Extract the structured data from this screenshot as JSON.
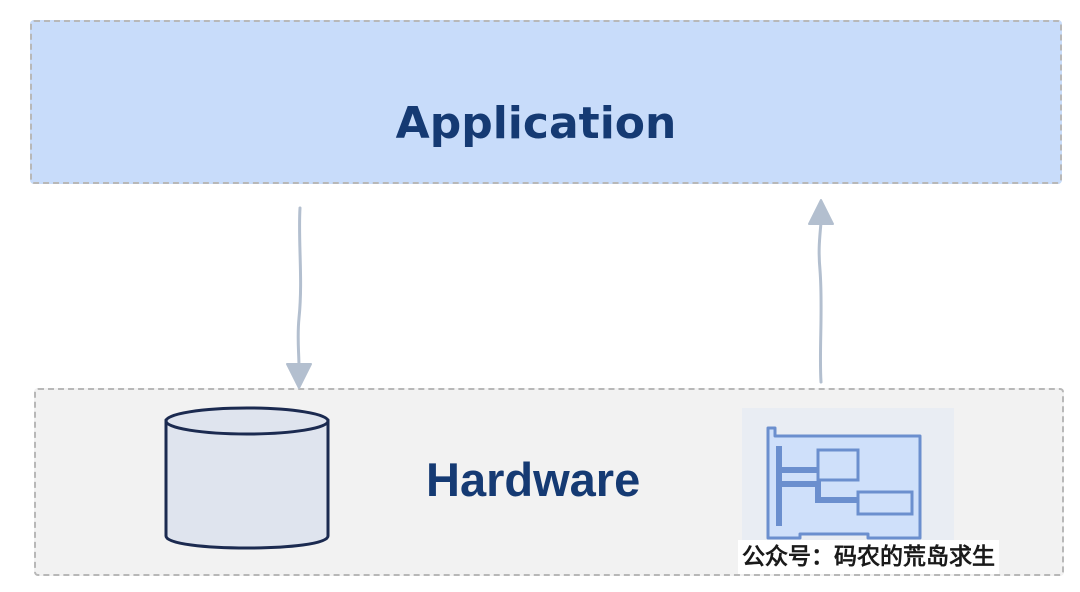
{
  "application_layer": {
    "label": "Application"
  },
  "hardware_layer": {
    "label": "Hardware"
  },
  "watermark": {
    "text": "公众号：码农的荒岛求生"
  },
  "icons": {
    "storage": "disk-cylinder-icon",
    "card": "network-card-icon",
    "down_arrow": "arrow-down-icon",
    "up_arrow": "arrow-up-icon"
  },
  "colors": {
    "application_fill": "#c8dcfa",
    "hardware_fill": "#f2f2f2",
    "label_text": "#153a73",
    "arrow": "#b3bfcf",
    "disk_fill": "#dfe4ee",
    "disk_stroke": "#1b2a50",
    "card_fill": "#cfe0fa",
    "card_stroke": "#6b8fce"
  }
}
